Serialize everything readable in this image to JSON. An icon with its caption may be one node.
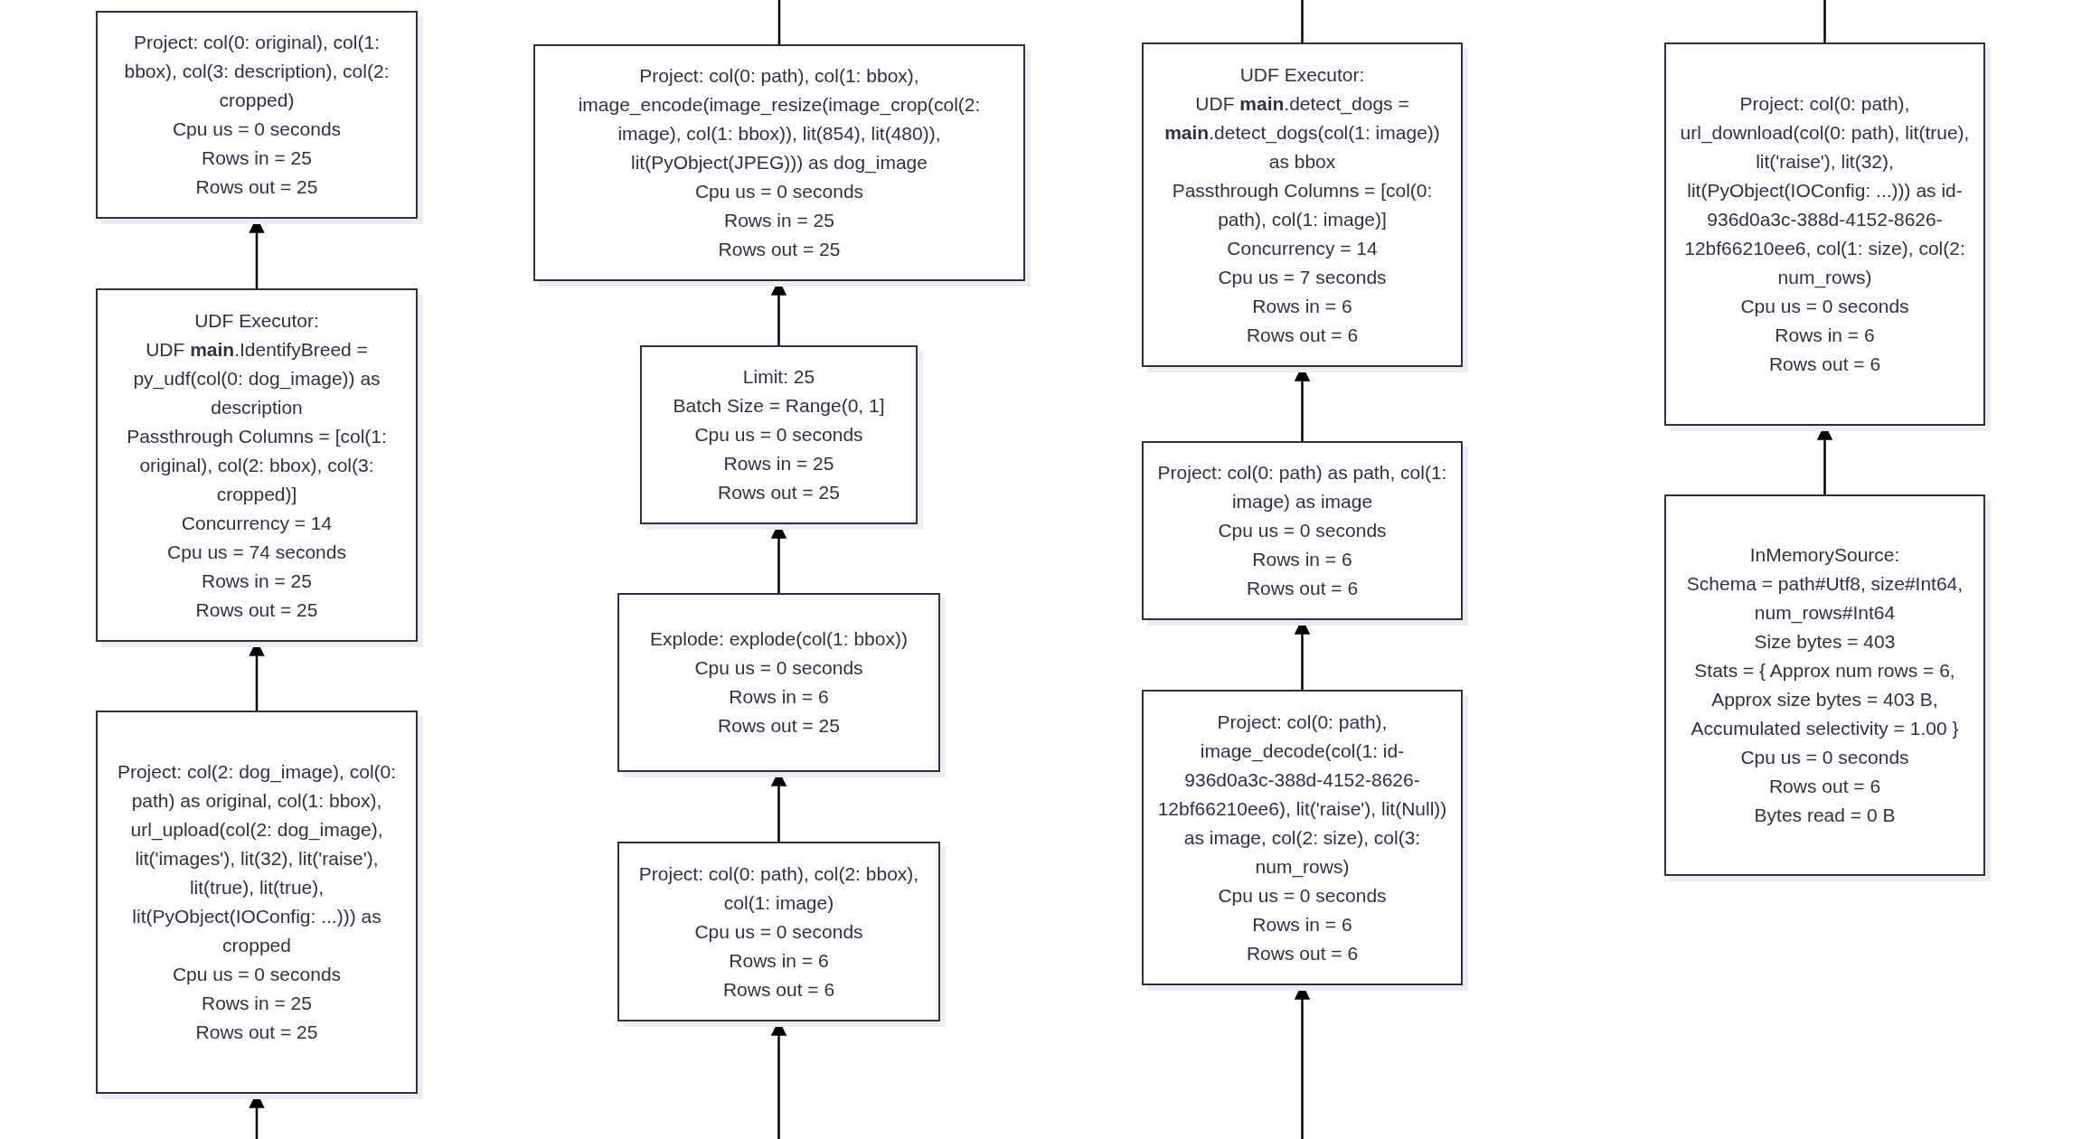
{
  "diagram": {
    "nodes": [
      {
        "text": [
          "Project: col(0: original), col(1: bbox), col(3: description), col(2: cropped)",
          "Cpu us = 0 seconds",
          "Rows in = 25",
          "Rows out = 25"
        ]
      },
      {
        "text": [
          "UDF Executor:",
          "UDF **main**.IdentifyBreed = py_udf(col(0: dog_image)) as description",
          "Passthrough Columns = [col(1: original), col(2: bbox), col(3: cropped)]",
          "Concurrency = 14",
          "Cpu us = 74 seconds",
          "Rows in = 25",
          "Rows out = 25"
        ]
      },
      {
        "text": [
          "Project: col(2: dog_image), col(0: path) as original, col(1: bbox), url_upload(col(2: dog_image), lit('images'), lit(32), lit('raise'), lit(true), lit(true), lit(PyObject(IOConfig: ...))) as cropped",
          "Cpu us = 0 seconds",
          "Rows in = 25",
          "Rows out = 25"
        ]
      },
      {
        "text": [
          "Project: col(0: path), col(1: bbox), image_encode(image_resize(image_crop(col(2: image), col(1: bbox)), lit(854), lit(480)), lit(PyObject(JPEG))) as dog_image",
          "Cpu us = 0 seconds",
          "Rows in = 25",
          "Rows out = 25"
        ]
      },
      {
        "text": [
          "Limit: 25",
          "Batch Size = Range(0, 1]",
          "Cpu us = 0 seconds",
          "Rows in = 25",
          "Rows out = 25"
        ]
      },
      {
        "text": [
          "Explode: explode(col(1: bbox))",
          "Cpu us = 0 seconds",
          "Rows in = 6",
          "Rows out = 25"
        ]
      },
      {
        "text": [
          "Project: col(0: path), col(2: bbox), col(1: image)",
          "Cpu us = 0 seconds",
          "Rows in = 6",
          "Rows out = 6"
        ]
      },
      {
        "text": [
          "UDF Executor:",
          "UDF **main**.detect_dogs = **main**.detect_dogs(col(1: image)) as bbox",
          "Passthrough Columns = [col(0: path), col(1: image)]",
          "Concurrency = 14",
          "Cpu us = 7 seconds",
          "Rows in = 6",
          "Rows out = 6"
        ]
      },
      {
        "text": [
          "Project: col(0: path) as path, col(1: image) as image",
          "Cpu us = 0 seconds",
          "Rows in = 6",
          "Rows out = 6"
        ]
      },
      {
        "text": [
          "Project: col(0: path), image_decode(col(1: id-936d0a3c-388d-4152-8626-12bf66210ee6), lit('raise'), lit(Null)) as image, col(2: size), col(3: num_rows)",
          "Cpu us = 0 seconds",
          "Rows in = 6",
          "Rows out = 6"
        ]
      },
      {
        "text": [
          "Project: col(0: path), url_download(col(0: path), lit(true), lit('raise'), lit(32), lit(PyObject(IOConfig: ...))) as id-936d0a3c-388d-4152-8626-12bf66210ee6, col(1: size), col(2: num_rows)",
          "Cpu us = 0 seconds",
          "Rows in = 6",
          "Rows out = 6"
        ]
      },
      {
        "text": [
          "InMemorySource:",
          "Schema = path#Utf8, size#Int64, num_rows#Int64",
          "Size bytes = 403",
          "Stats = { Approx num rows = 6, Approx size bytes = 403 B, Accumulated selectivity = 1.00 }",
          "Cpu us = 0 seconds",
          "Rows out = 6",
          "Bytes read = 0 B"
        ]
      }
    ],
    "edges": [
      {
        "from": 1,
        "to": 0,
        "arrow": "to"
      },
      {
        "from": 2,
        "to": 1,
        "arrow": "to"
      },
      {
        "from": null,
        "to": 2,
        "arrow": "to"
      },
      {
        "from": 3,
        "to": null,
        "arrow": "none"
      },
      {
        "from": 4,
        "to": 3,
        "arrow": "to"
      },
      {
        "from": 5,
        "to": 4,
        "arrow": "to"
      },
      {
        "from": 6,
        "to": 5,
        "arrow": "to"
      },
      {
        "from": null,
        "to": 6,
        "arrow": "to"
      },
      {
        "from": 7,
        "to": null,
        "arrow": "none"
      },
      {
        "from": 8,
        "to": 7,
        "arrow": "to"
      },
      {
        "from": 9,
        "to": 8,
        "arrow": "to"
      },
      {
        "from": null,
        "to": 9,
        "arrow": "to"
      },
      {
        "from": 10,
        "to": null,
        "arrow": "none"
      },
      {
        "from": 11,
        "to": 10,
        "arrow": "to"
      }
    ]
  }
}
